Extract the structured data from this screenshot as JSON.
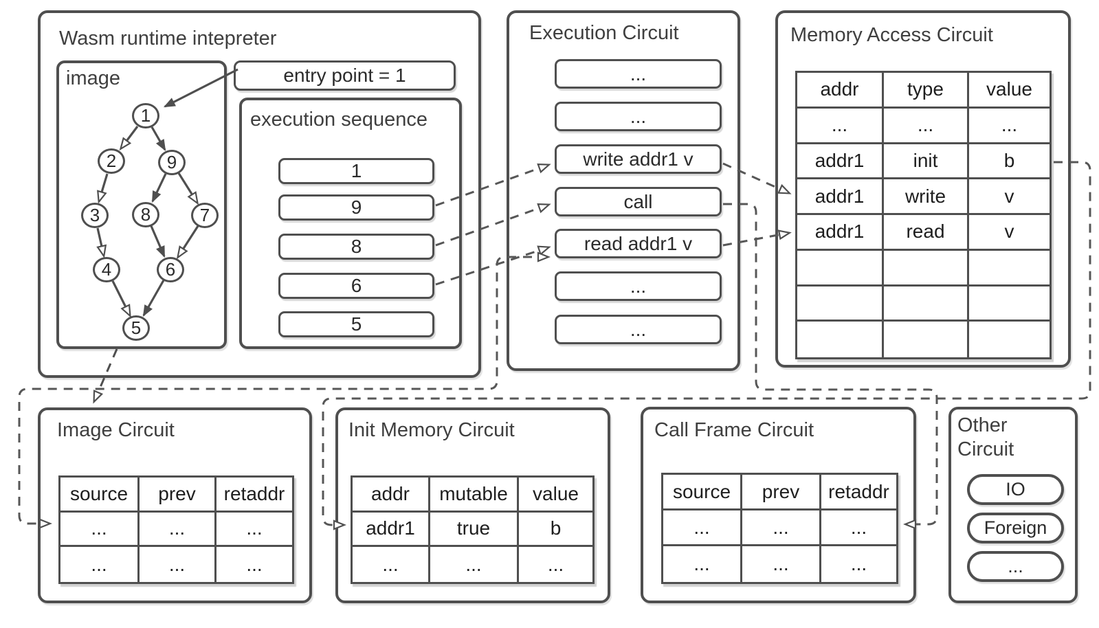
{
  "colors": {
    "stroke": "#4f4f4f",
    "text": "#2b2b2b",
    "title": "#3f3f3f",
    "background": "#ffffff"
  },
  "wasm": {
    "title": "Wasm runtime intepreter",
    "image_box": {
      "title": "image",
      "nodes": [
        "1",
        "2",
        "9",
        "3",
        "8",
        "7",
        "4",
        "6",
        "5"
      ]
    },
    "entry": {
      "label": "entry point = 1"
    },
    "sequence": {
      "title": "execution sequence",
      "items": [
        "1",
        "9",
        "8",
        "6",
        "5"
      ]
    }
  },
  "execution": {
    "title": "Execution Circuit",
    "items": [
      "...",
      "...",
      "write addr1 v",
      "call",
      "read addr1 v",
      "...",
      "..."
    ]
  },
  "memory": {
    "title": "Memory Access Circuit",
    "headers": [
      "addr",
      "type",
      "value"
    ],
    "rows": [
      [
        "...",
        "...",
        "..."
      ],
      [
        "addr1",
        "init",
        "b"
      ],
      [
        "addr1",
        "write",
        "v"
      ],
      [
        "addr1",
        "read",
        "v"
      ],
      [
        "",
        "",
        ""
      ],
      [
        "",
        "",
        ""
      ],
      [
        "",
        "",
        ""
      ]
    ]
  },
  "image_circuit": {
    "title": "Image Circuit",
    "headers": [
      "source",
      "prev",
      "retaddr"
    ],
    "rows": [
      [
        "...",
        "...",
        "..."
      ],
      [
        "...",
        "...",
        "..."
      ]
    ]
  },
  "init_memory": {
    "title": "Init Memory Circuit",
    "headers": [
      "addr",
      "mutable",
      "value"
    ],
    "rows": [
      [
        "addr1",
        "true",
        "b"
      ],
      [
        "...",
        "...",
        "..."
      ]
    ]
  },
  "call_frame": {
    "title": "Call Frame Circuit",
    "headers": [
      "source",
      "prev",
      "retaddr"
    ],
    "rows": [
      [
        "...",
        "...",
        "..."
      ],
      [
        "...",
        "...",
        "..."
      ]
    ]
  },
  "other": {
    "title": "Other Circuit",
    "items": [
      "IO",
      "Foreign",
      "..."
    ]
  }
}
